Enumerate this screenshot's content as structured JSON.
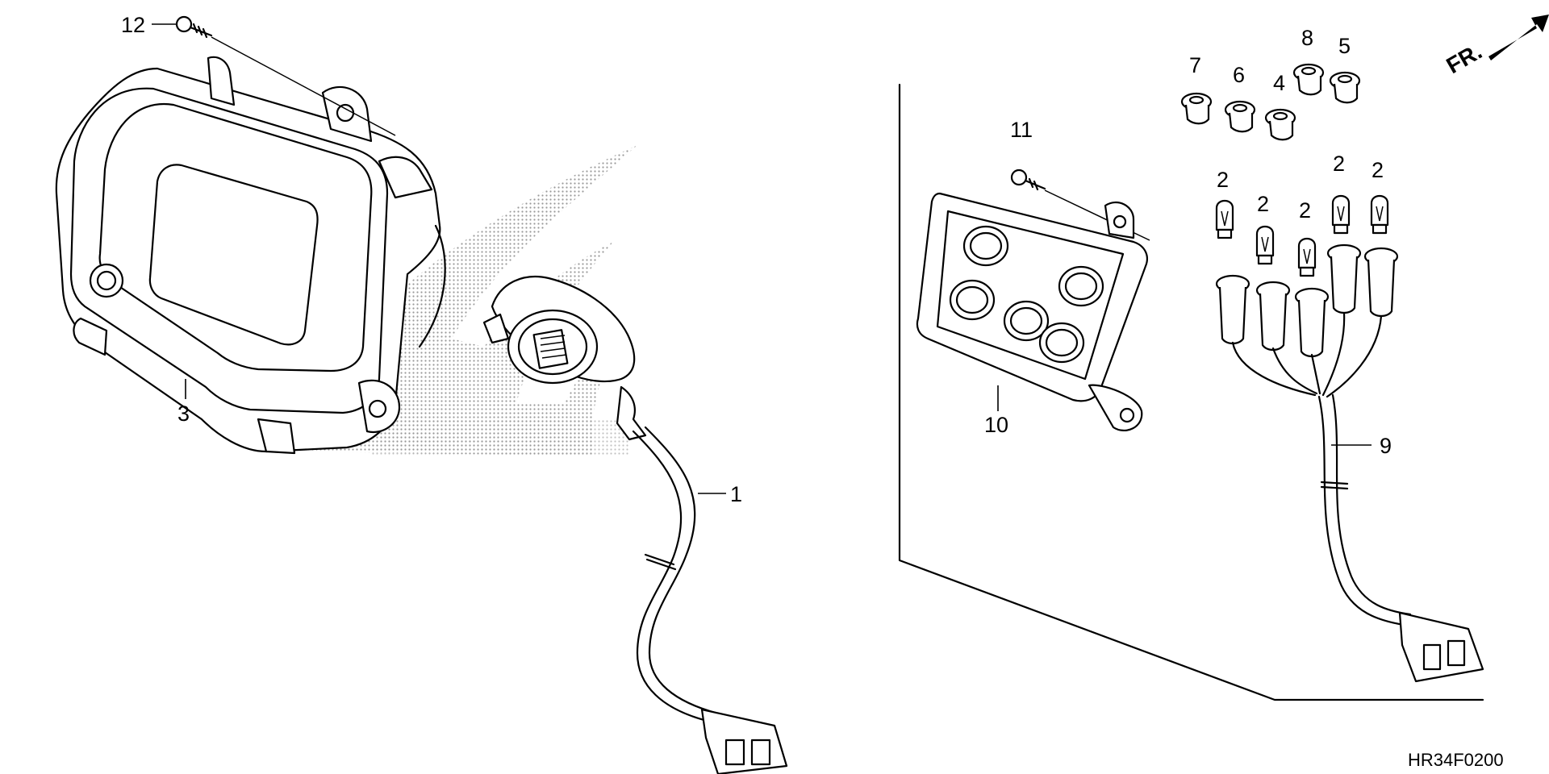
{
  "diagram": {
    "callouts": [
      "12",
      "3",
      "1",
      "11",
      "10",
      "7",
      "6",
      "8",
      "5",
      "4",
      "2",
      "2",
      "2",
      "2",
      "2",
      "9"
    ],
    "front_indicator": "FR.",
    "diagram_code": "HR34F0200"
  }
}
